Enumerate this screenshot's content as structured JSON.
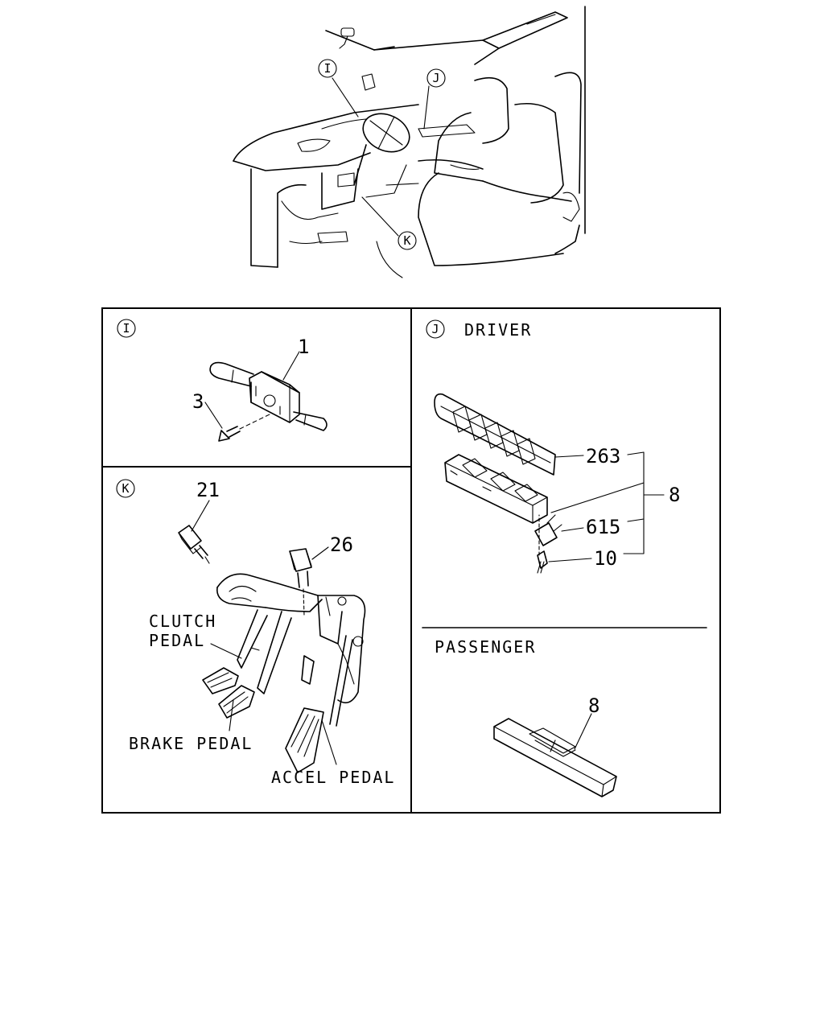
{
  "overview": {
    "callouts": [
      "I",
      "J",
      "K"
    ]
  },
  "sections": {
    "I": {
      "marker": "I",
      "parts": [
        "1",
        "3"
      ]
    },
    "J": {
      "marker": "J",
      "title": "DRIVER",
      "parts": [
        "263",
        "8",
        "615",
        "10"
      ]
    },
    "passenger": {
      "title": "PASSENGER",
      "parts": [
        "8"
      ]
    },
    "K": {
      "marker": "K",
      "parts": [
        "21",
        "26"
      ],
      "labels": {
        "clutch_line1": "CLUTCH",
        "clutch_line2": "PEDAL",
        "brake": "BRAKE PEDAL",
        "accel": "ACCEL PEDAL"
      }
    }
  }
}
